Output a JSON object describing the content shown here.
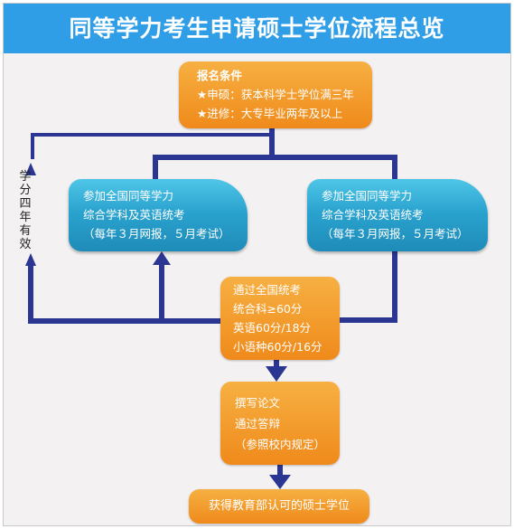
{
  "title": "同等学力考生申请硕士学位流程总览",
  "requirements": {
    "heading": "报名条件",
    "line1": "★申硕：获本科学士学位满三年",
    "line2": "★进修：大专毕业两年及以上"
  },
  "exam_left": {
    "line1": "参加全国同等学力",
    "line2": "综合学科及英语统考",
    "line3": "（每年３月网报，５月考试）"
  },
  "exam_right": {
    "line1": "参加全国同等学力",
    "line2": "综合学科及英语统考",
    "line3": "（每年３月网报，５月考试）"
  },
  "pass": {
    "line1": "通过全国统考",
    "line2": "统合科≥60分",
    "line3": "英语60分/18分",
    "line4": "小语种60分/16分"
  },
  "thesis": {
    "line1": "撰写论文",
    "line2": "通过答辩",
    "line3": "（参照校内规定）"
  },
  "final": "获得教育部认可的硕士学位",
  "side_note": [
    "学",
    "分",
    "四",
    "年",
    "有",
    "效"
  ],
  "colors": {
    "banner": "#2f9ee6",
    "orange_top": "#f7b042",
    "orange_bottom": "#ef8a1b",
    "teal": "#2aa3cf",
    "connector": "#2b3692"
  }
}
